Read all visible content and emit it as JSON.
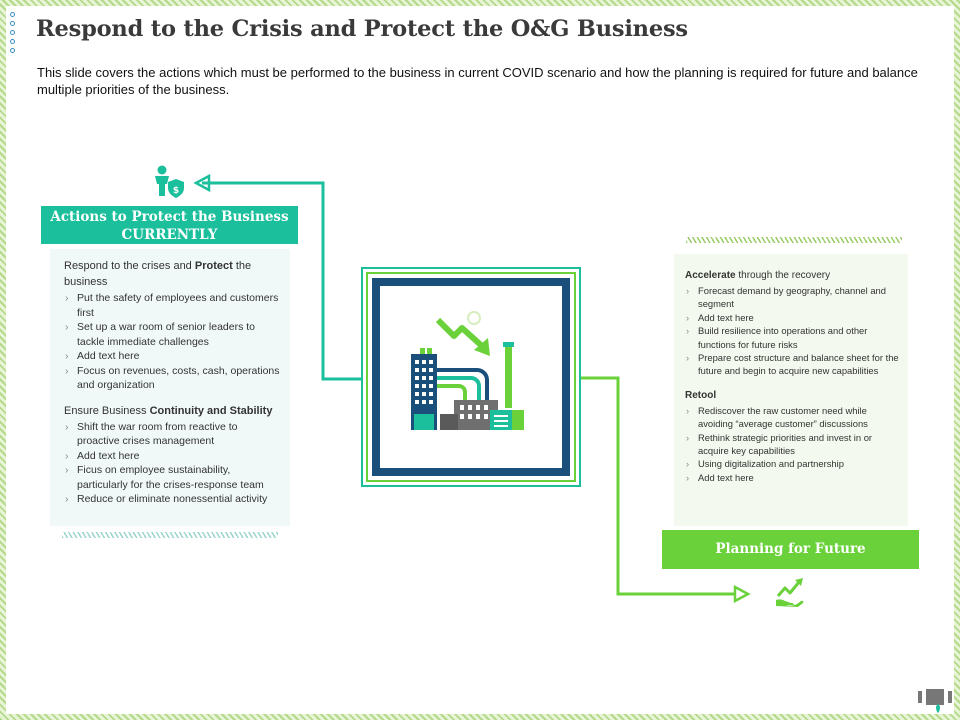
{
  "title": "Respond to the Crisis and Protect the O&G Business",
  "subtitle": "This slide covers the actions which must be performed to the business in current COVID scenario and how the planning is required for future and balance multiple priorities of the business.",
  "left": {
    "heading_line1": "Actions to Protect the Business",
    "heading_line2": "CURRENTLY",
    "sections": [
      {
        "head_pre": "Respond to the  crises and ",
        "head_bold": "Protect",
        "head_post": " the business",
        "items": [
          "Put the safety of employees and customers first",
          "Set up a war room of senior leaders to tackle immediate challenges",
          "Add text here",
          "Focus on revenues, costs, cash, operations and organization"
        ]
      },
      {
        "head_pre": "Ensure Business ",
        "head_bold": "Continuity and Stability",
        "head_post": "",
        "items": [
          "Shift the war room from reactive to proactive crises management",
          "Add text here",
          "Ficus on employee sustainability, particularly for the crises-response team",
          "Reduce or eliminate nonessential activity"
        ]
      }
    ]
  },
  "right": {
    "heading": "Planning for Future",
    "sections": [
      {
        "head_pre": "",
        "head_bold": "Accelerate",
        "head_post": " through the recovery",
        "items": [
          "Forecast demand by geography, channel and segment",
          "Add text here",
          "Build resilience into operations and other functions for future risks",
          "Prepare cost structure and balance sheet for the future and begin to acquire new capabilities"
        ]
      },
      {
        "head_pre": "",
        "head_bold": "Retool",
        "head_post": "",
        "items": [
          "Rediscover the raw customer need while avoiding “average customer” discussions",
          "Rethink strategic priorities and invest in  or  acquire key capabilities",
          "Using digitalization and partnership",
          "Add text here"
        ]
      }
    ]
  },
  "icons": {
    "left": "person-with-dollar-shield-icon",
    "center": "oil-gas-industry-decline-icon",
    "right": "growth-chart-hand-icon"
  },
  "colors": {
    "teal": "#1bbf9b",
    "green": "#6ad13b",
    "navy": "#1a4f7c"
  }
}
